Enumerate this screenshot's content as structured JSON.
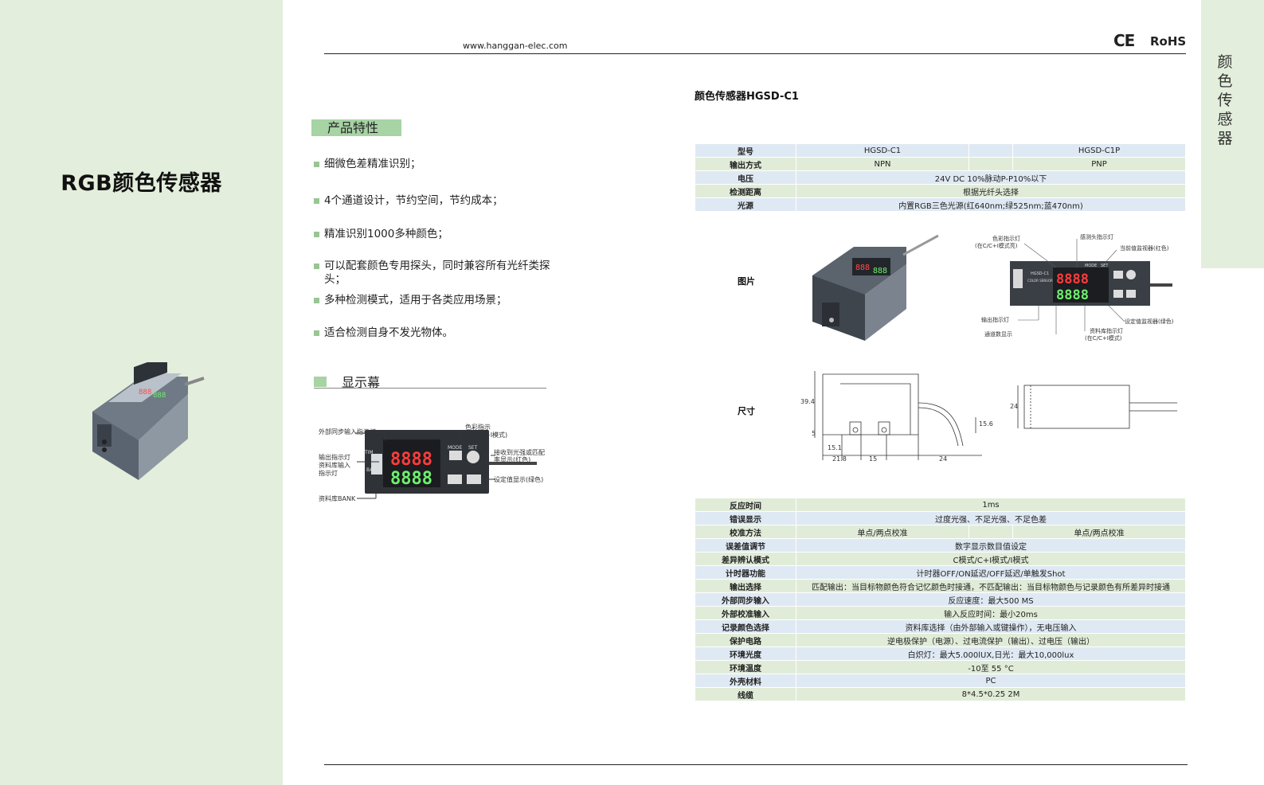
{
  "header": {
    "url": "www.hanggan-elec.com",
    "cert_ce": "CE",
    "cert_rohs": "RoHS"
  },
  "side_tab": {
    "label": "颜色传感器"
  },
  "left": {
    "title": "RGB颜色传感器"
  },
  "features": {
    "heading": "产品特性",
    "items": [
      "细微色差精准识别；",
      "4个通道设计，节约空间，节约成本；",
      "精准识别1000多种颜色；",
      "可以配套颜色专用探头，同时兼容所有光纤类探头；",
      "多种检测模式，适用于各类应用场景；",
      "适合检测自身不发光物体。"
    ]
  },
  "display": {
    "heading": "显示幕",
    "labels": {
      "ext_sync": "外部同步输入指示灯",
      "output_ind": "输出指示灯",
      "bank_input": "资料库输入",
      "ind_lamp": "指示灯",
      "bank": "资料库BANK",
      "color_ind": "色彩指示",
      "color_ind_mode": "(在C/C+I模式)",
      "receive": "接收到光强或匹配",
      "receive2": "率显示(红色)",
      "setting": "设定值显示(绿色)",
      "key_mode": "MODE",
      "key_set": "SET",
      "tag_tim": "TIM",
      "tag_bank": "BANK"
    }
  },
  "spec": {
    "title": "颜色传感器HGSD-C1",
    "top_rows": [
      {
        "key": "型号",
        "v1": "HGSD-C1",
        "v2": "HGSD-C1P"
      },
      {
        "key": "输出方式",
        "v1": "NPN",
        "v2": "PNP"
      },
      {
        "key": "电压",
        "value": "24V DC 10%脉动P-P10%以下"
      },
      {
        "key": "检测距离",
        "value": "根据光纤头选择"
      },
      {
        "key": "光源",
        "value": "内置RGB三色光源(红640nm;绿525nm;蓝470nm)"
      }
    ],
    "image_label": "图片",
    "size_label": "尺寸",
    "panel_labels": {
      "color_ind": "色彩指示灯",
      "color_ind_mode": "(在C/C+I模式亮)",
      "sensor_ind": "感测头指示灯",
      "current_val": "当前值监视器(红色)",
      "output_ind": "输出指示灯",
      "channel": "通道数显示",
      "set_val": "设定值监视器(绿色)",
      "bank_ind": "资料库指示灯",
      "bank_ind_mode": "(在C/C+I模式)",
      "panel_model": "HGSD-C1",
      "panel_sub": "COLOR SENSOR",
      "panel_mode": "MODE",
      "panel_set": "SET"
    },
    "dims": {
      "h": "39.4",
      "d5": "5",
      "d151": "15.1",
      "d218": "21.8",
      "d15": "15",
      "d24": "24",
      "d156": "15.6",
      "side24": "24"
    },
    "bottom_rows": [
      {
        "key": "反应时间",
        "value": "1ms"
      },
      {
        "key": "错误显示",
        "value": "过度光强、不足光强、不足色差"
      },
      {
        "key": "校准方法",
        "v1": "单点/两点校准",
        "v2": "单点/两点校准"
      },
      {
        "key": "误差值调节",
        "value": "数字显示数目值设定"
      },
      {
        "key": "差异辨认模式",
        "value": "C模式/C+I模式/I模式"
      },
      {
        "key": "计时器功能",
        "value": "计时器OFF/ON延迟/OFF延迟/单触发Shot"
      },
      {
        "key": "输出选择",
        "value": "匹配输出：当目标物颜色符合记忆颜色时接通，不匹配输出：当目标物颜色与记录颜色有所差异时接通"
      },
      {
        "key": "外部同步输入",
        "value": "反应速度：最大500 MS"
      },
      {
        "key": "外部校准输入",
        "value": "输入反应时间：最小20ms"
      },
      {
        "key": "记录颜色选择",
        "value": "资料库选择（由外部输入或键操作），无电压输入"
      },
      {
        "key": "保护电路",
        "value": "逆电极保护（电源）、过电流保护（输出）、过电压（输出）"
      },
      {
        "key": "环境光度",
        "value": "白炽灯：最大5.000lUX,日光：最大10,000lux"
      },
      {
        "key": "环境温度",
        "value": "-10至 55 °C"
      },
      {
        "key": "外壳材料",
        "value": "PC"
      },
      {
        "key": "线缆",
        "value": "8*4.5*0.25  2M"
      }
    ]
  }
}
